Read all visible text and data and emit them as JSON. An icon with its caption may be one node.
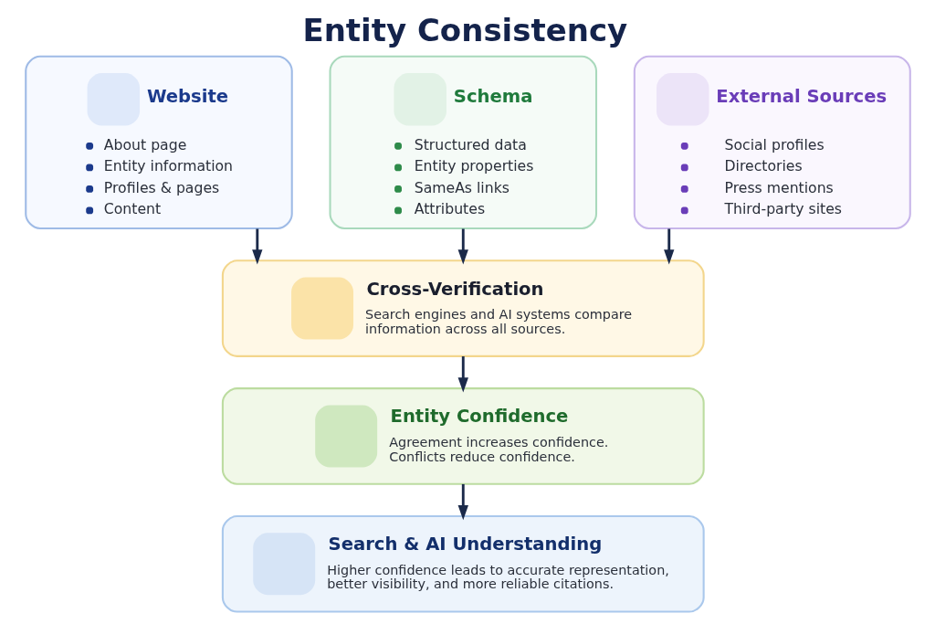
{
  "diagram": {
    "title": "Entity Consistency",
    "nodes": [
      {
        "text": [
          "Website",
          "About page",
          "Entity information",
          "Profiles & pages",
          "Content"
        ]
      },
      {
        "text": [
          "Schema",
          "Structured data",
          "Entity properties",
          "SameAs links",
          "Attributes"
        ]
      },
      {
        "text": [
          "External Sources",
          "Social profiles",
          "Directories",
          "Press mentions",
          "Third-party sites"
        ]
      },
      {
        "text": [
          "Cross-Verification",
          "Search engines and AI systems compare information across all sources."
        ]
      },
      {
        "text": [
          "Entity Confidence",
          "Agreement increases confidence. Conflicts reduce confidence."
        ]
      },
      {
        "text": [
          "Search & AI Understanding",
          "Higher confidence leads to accurate representation, better visibility, and more reliable citations."
        ]
      }
    ],
    "edges": [
      {
        "from": 0,
        "to": 3,
        "arrow": "to"
      },
      {
        "from": 1,
        "to": 3,
        "arrow": "to"
      },
      {
        "from": 2,
        "to": 3,
        "arrow": "to"
      },
      {
        "from": 3,
        "to": 4,
        "arrow": "to"
      },
      {
        "from": 4,
        "to": 5,
        "arrow": "to"
      }
    ]
  }
}
